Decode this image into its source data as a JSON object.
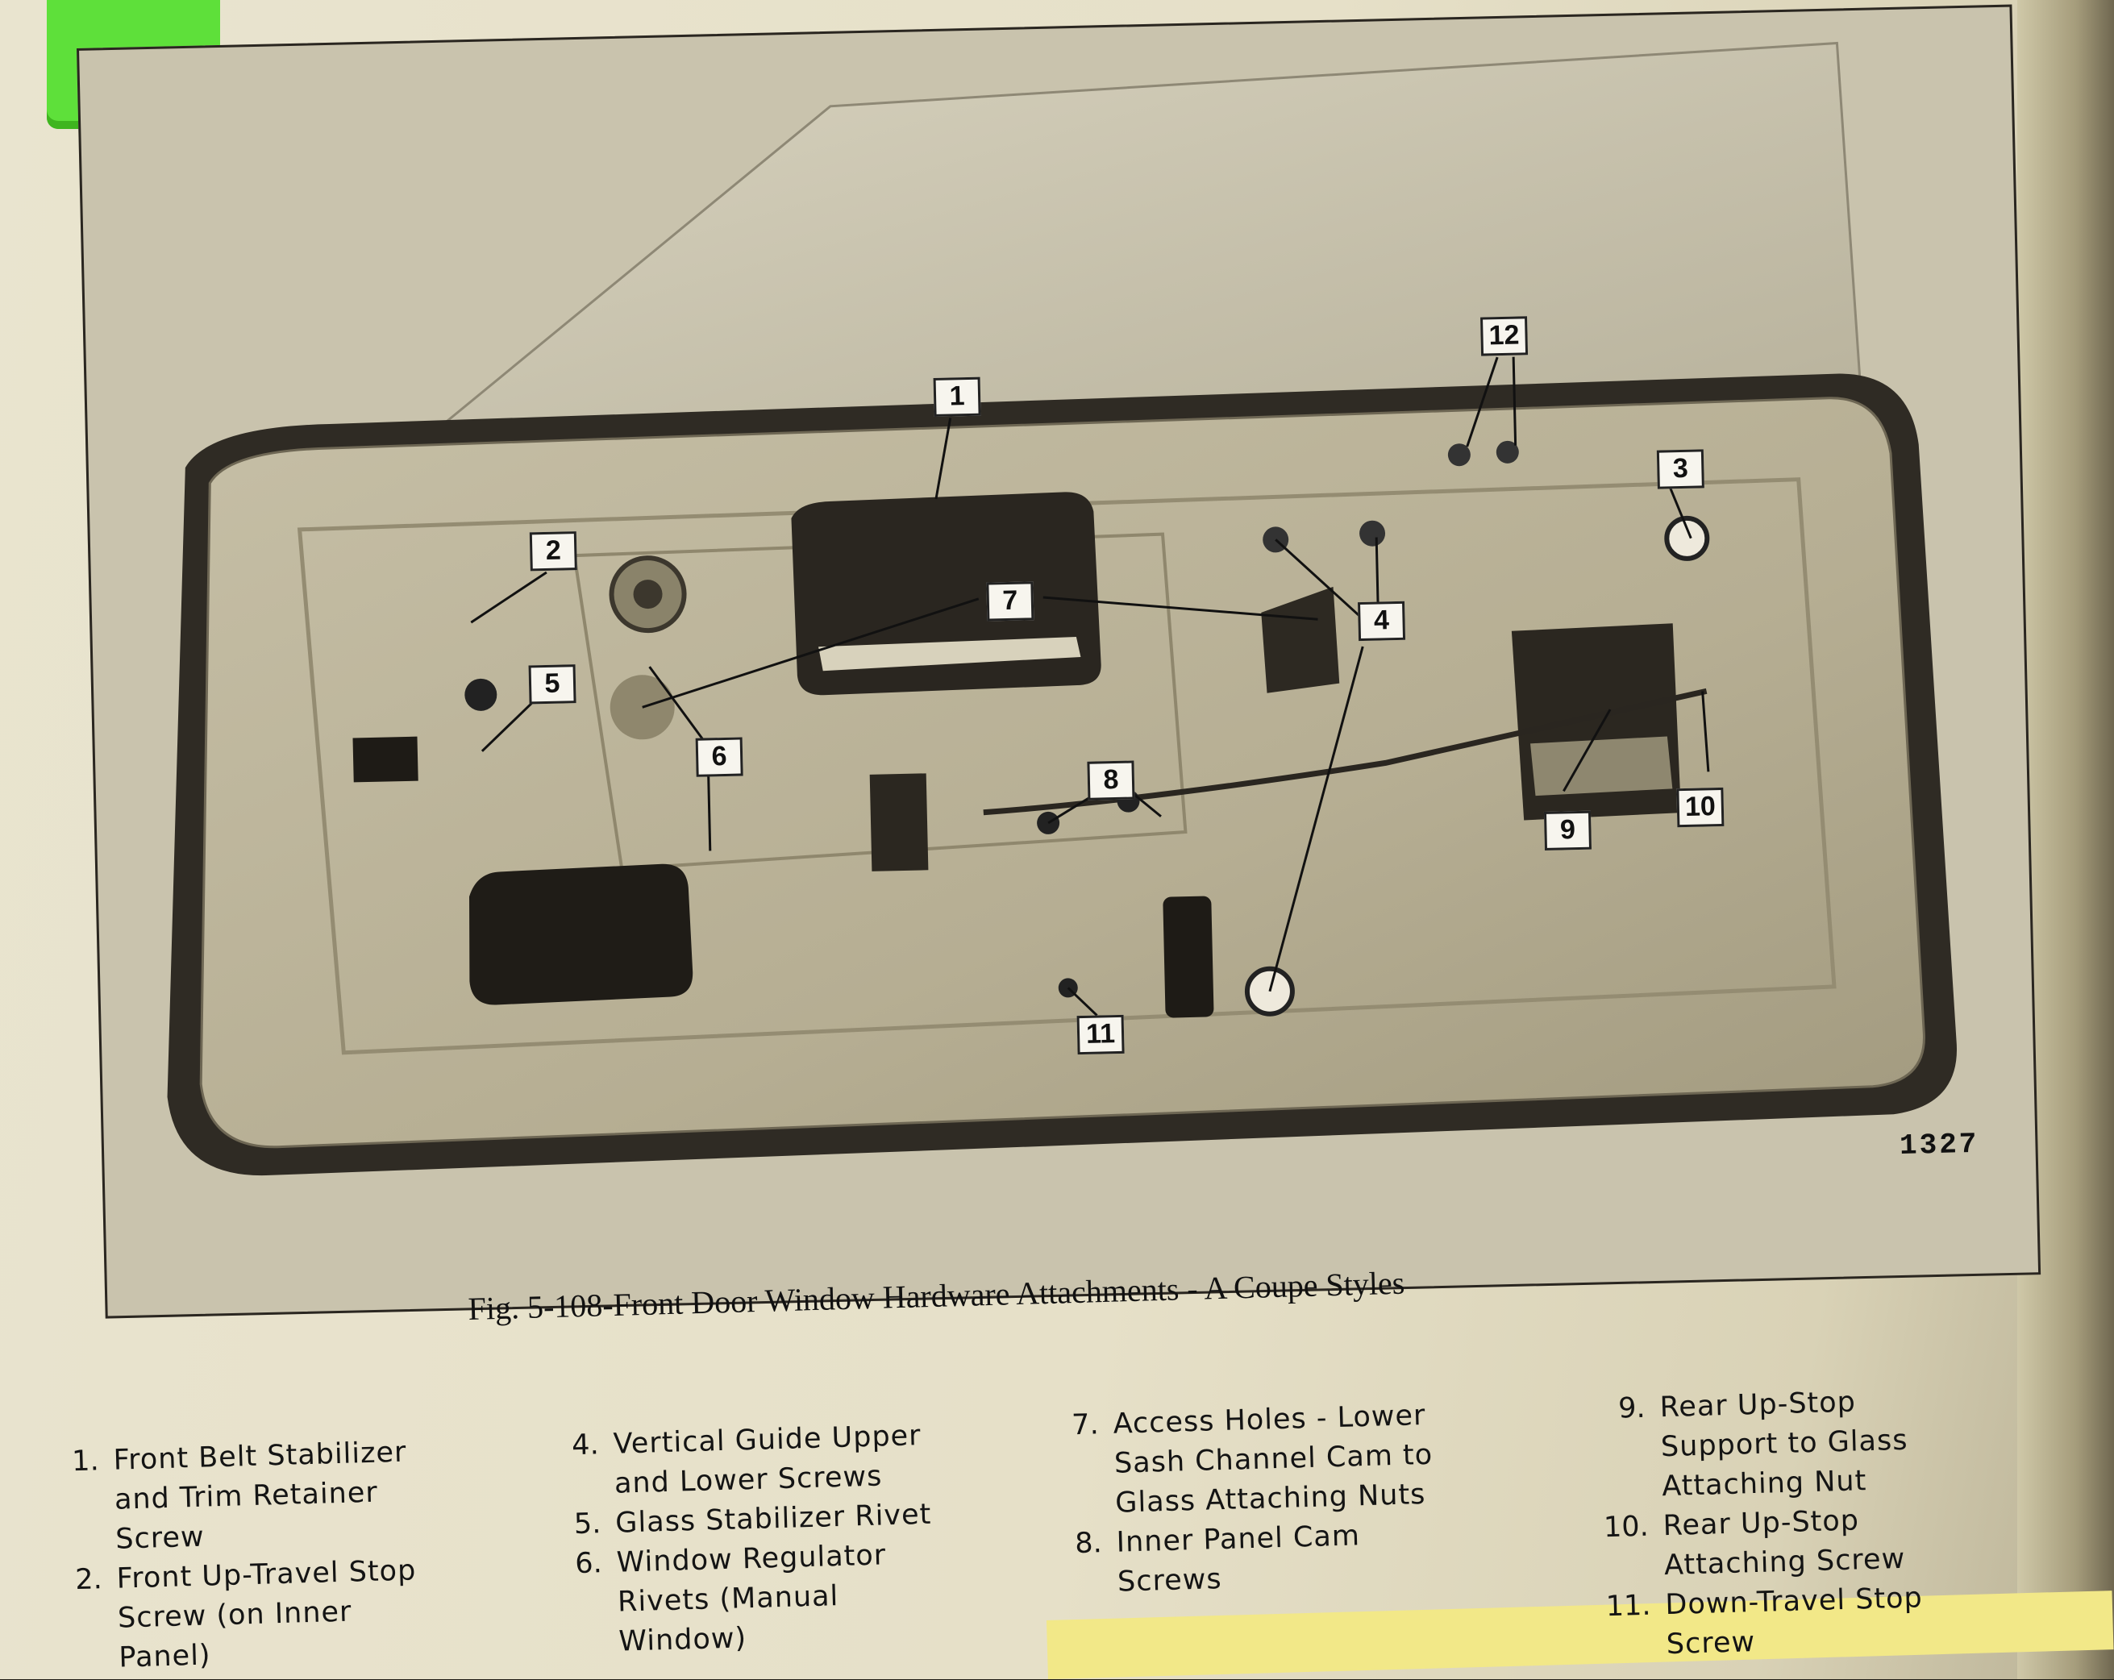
{
  "figure": {
    "number": "1327",
    "caption": "Fig. 5-108-Front Door Window Hardware Attachments - A Coupe Styles",
    "callouts": [
      "1",
      "2",
      "3",
      "4",
      "5",
      "6",
      "7",
      "8",
      "9",
      "10",
      "11",
      "12"
    ]
  },
  "legend": {
    "col1": [
      {
        "num": "1.",
        "text": "Front Belt Stabilizer\nand Trim Retainer\nScrew"
      },
      {
        "num": "2.",
        "text": "Front Up-Travel Stop\nScrew (on Inner\nPanel)"
      }
    ],
    "col2": [
      {
        "num": "4.",
        "text": "Vertical Guide Upper\nand Lower Screws"
      },
      {
        "num": "5.",
        "text": "Glass Stabilizer Rivet"
      },
      {
        "num": "6.",
        "text": "Window Regulator\nRivets (Manual\nWindow)"
      }
    ],
    "col3": [
      {
        "num": "7.",
        "text": "Access Holes - Lower\nSash Channel Cam to\nGlass Attaching Nuts"
      },
      {
        "num": "8.",
        "text": "Inner Panel Cam\nScrews"
      }
    ],
    "col4": [
      {
        "num": "9.",
        "text": "Rear Up-Stop\nSupport to Glass\nAttaching Nut"
      },
      {
        "num": "10.",
        "text": "Rear Up-Stop\nAttaching Screw"
      },
      {
        "num": "11.",
        "text": "Down-Travel Stop\nScrew"
      }
    ]
  }
}
